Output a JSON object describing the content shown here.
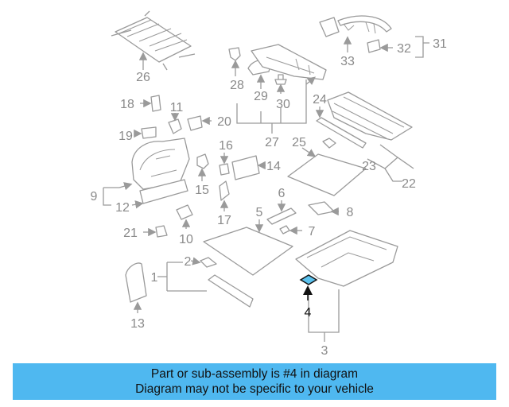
{
  "colors": {
    "line": "#9a9a9a",
    "highlight_fill": "#5bc2ee",
    "highlight_text": "#111111",
    "caption_bar": "#4fb8f0"
  },
  "callouts": [
    "1",
    "2",
    "3",
    "4",
    "5",
    "6",
    "7",
    "8",
    "9",
    "10",
    "11",
    "12",
    "13",
    "14",
    "15",
    "16",
    "17",
    "18",
    "19",
    "20",
    "21",
    "22",
    "23",
    "24",
    "25",
    "26",
    "27",
    "28",
    "29",
    "30",
    "31",
    "32",
    "33"
  ],
  "highlighted_part": "4",
  "caption": {
    "line1": "Part or sub-assembly is #4 in diagram",
    "line2": "Diagram may not be specific to your vehicle"
  }
}
